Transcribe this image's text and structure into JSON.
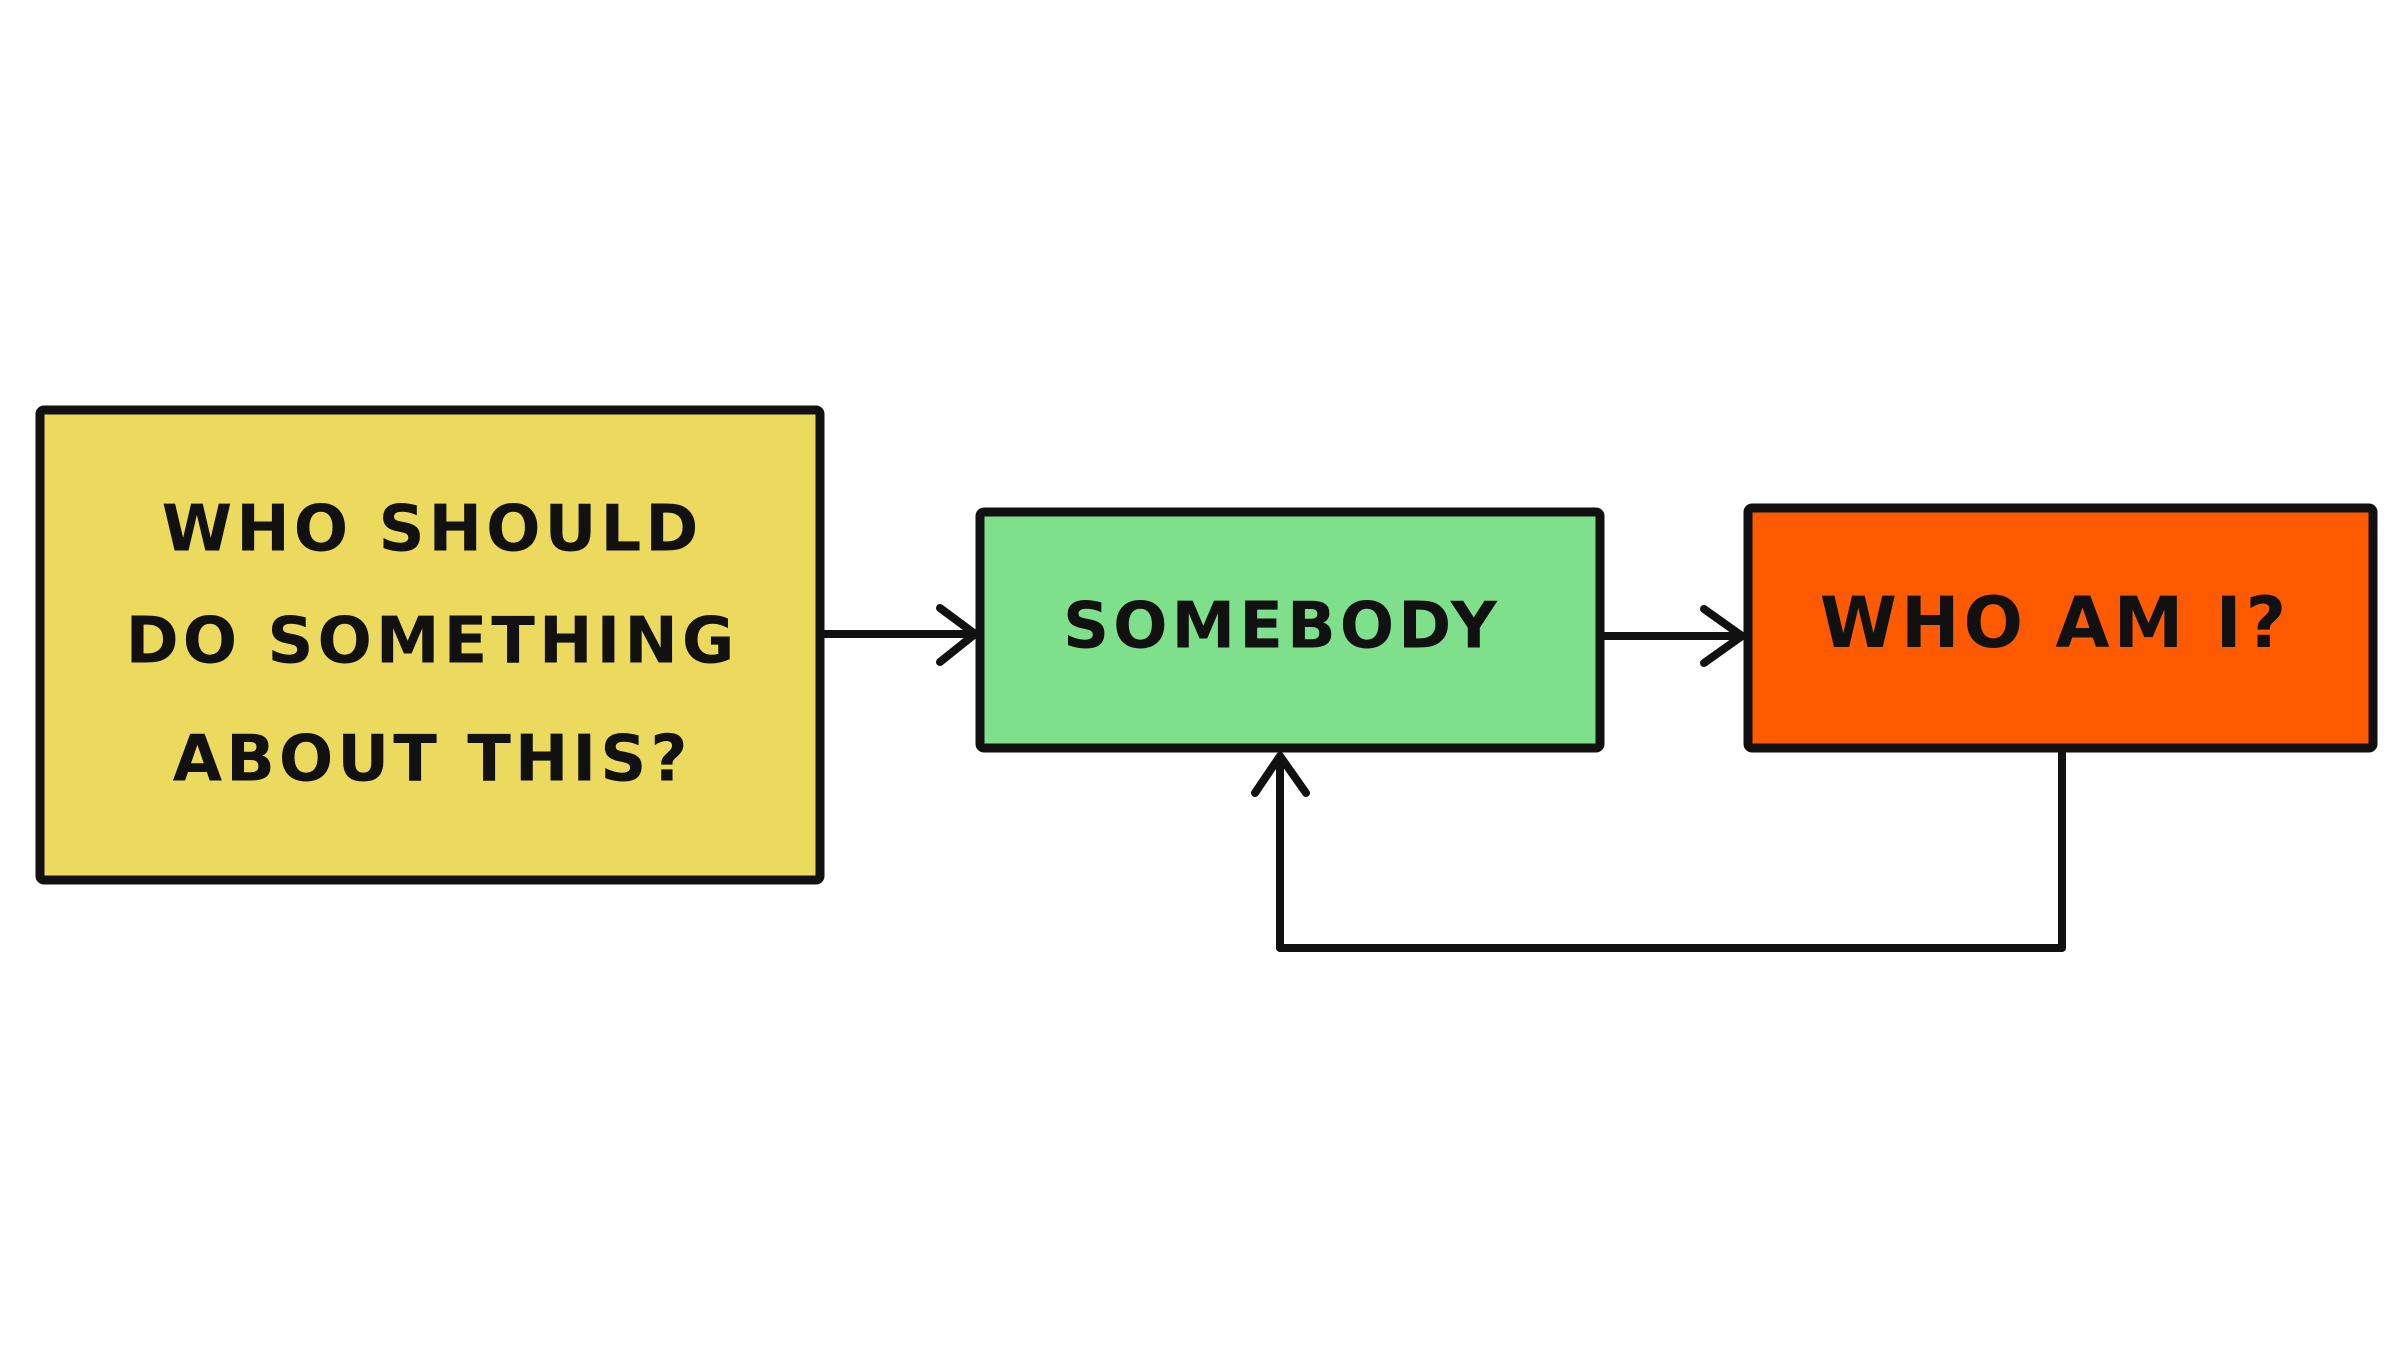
{
  "diagram": {
    "nodes": {
      "question": {
        "lines": [
          "WHO SHOULD",
          "DO SOMETHING",
          "ABOUT THIS?"
        ],
        "color": "#EBDA5E"
      },
      "somebody": {
        "label": "SOMEBODY",
        "color": "#7FE08C"
      },
      "who_am_i": {
        "label": "WHO AM I?",
        "color": "#FF5A00"
      }
    },
    "edges": [
      {
        "from": "question",
        "to": "somebody"
      },
      {
        "from": "somebody",
        "to": "who_am_i"
      },
      {
        "from": "who_am_i",
        "to": "somebody"
      }
    ],
    "line_color": "#111111"
  }
}
